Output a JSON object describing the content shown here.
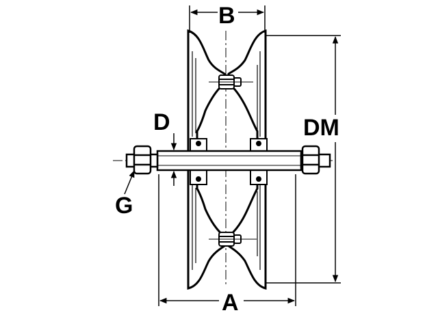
{
  "diagram": {
    "labels": {
      "b": "B",
      "d": "D",
      "dm": "DM",
      "g": "G",
      "a": "A"
    },
    "colors": {
      "line": "#000000",
      "background": "#ffffff"
    }
  }
}
